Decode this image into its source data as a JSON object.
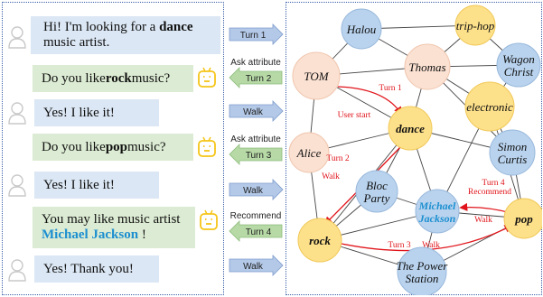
{
  "chat": [
    {
      "role": "user",
      "parts": [
        "Hi! I'm looking for a ",
        "dance"
      ],
      "line2": "music artist."
    },
    {
      "role": "bot",
      "parts": [
        "Do you like ",
        "rock",
        " music?"
      ]
    },
    {
      "role": "user",
      "text": "Yes! I like it!"
    },
    {
      "role": "bot",
      "parts": [
        "Do you like ",
        "pop",
        " music?"
      ]
    },
    {
      "role": "user",
      "text": "Yes! I like it!"
    },
    {
      "role": "bot",
      "line1": "You may like music artist",
      "line2a": "Michael Jackson",
      "line2b": " !"
    },
    {
      "role": "user",
      "text": "Yes! Thank you!"
    }
  ],
  "arrows": [
    {
      "dir": "right",
      "label": "Turn 1",
      "caption": ""
    },
    {
      "dir": "left",
      "label": "Turn 2",
      "caption": "Ask attribute"
    },
    {
      "dir": "right",
      "label": "Walk",
      "caption": ""
    },
    {
      "dir": "left",
      "label": "Turn 3",
      "caption": "Ask attribute"
    },
    {
      "dir": "right",
      "label": "Walk",
      "caption": ""
    },
    {
      "dir": "left",
      "label": "Turn 4",
      "caption": "Recommend"
    },
    {
      "dir": "right",
      "label": "Walk",
      "caption": ""
    }
  ],
  "graph": {
    "nodes": [
      {
        "id": "halou",
        "lines": [
          "Halou"
        ],
        "type": "item"
      },
      {
        "id": "triphop",
        "lines": [
          "trip-hop"
        ],
        "type": "attr"
      },
      {
        "id": "wagon",
        "lines": [
          "Wagon",
          "Christ"
        ],
        "type": "item"
      },
      {
        "id": "tom",
        "lines": [
          "TOM"
        ],
        "type": "user"
      },
      {
        "id": "thomas",
        "lines": [
          "Thomas"
        ],
        "type": "user"
      },
      {
        "id": "electronic",
        "lines": [
          "electronic"
        ],
        "type": "attr"
      },
      {
        "id": "dance",
        "lines": [
          "dance"
        ],
        "type": "attr-bold"
      },
      {
        "id": "alice",
        "lines": [
          "Alice"
        ],
        "type": "user"
      },
      {
        "id": "simon",
        "lines": [
          "Simon",
          "Curtis"
        ],
        "type": "item"
      },
      {
        "id": "bloc",
        "lines": [
          "Bloc",
          "Party"
        ],
        "type": "item"
      },
      {
        "id": "mj",
        "lines": [
          "Michael",
          "Jackson"
        ],
        "type": "item-target"
      },
      {
        "id": "pop",
        "lines": [
          "pop"
        ],
        "type": "attr-bold"
      },
      {
        "id": "rock",
        "lines": [
          "rock"
        ],
        "type": "attr-bold"
      },
      {
        "id": "power",
        "lines": [
          "The Power",
          "Station"
        ],
        "type": "item"
      }
    ],
    "edge_labels": {
      "turn1": "Turn 1",
      "user_start": "User start",
      "turn2": "Turn 2",
      "walk_alice": "Walk",
      "turn3": "Turn 3",
      "walk_bottom": "Walk",
      "turn4": "Turn 4",
      "recommend": "Recommend",
      "walk_mj": "Walk"
    }
  },
  "colors": {
    "user_fill": "#fbe1d2",
    "user_stroke": "#f0c6ae",
    "item_fill": "#b9d3ee",
    "item_stroke": "#98b8dc",
    "attr_fill": "#fde08a",
    "attr_stroke": "#f1c95a",
    "arrow_fill": "#b4c9e8",
    "arrow_left_fill": "#b6d9a6",
    "red": "#e0141a",
    "target_text": "#1c8fd0"
  }
}
